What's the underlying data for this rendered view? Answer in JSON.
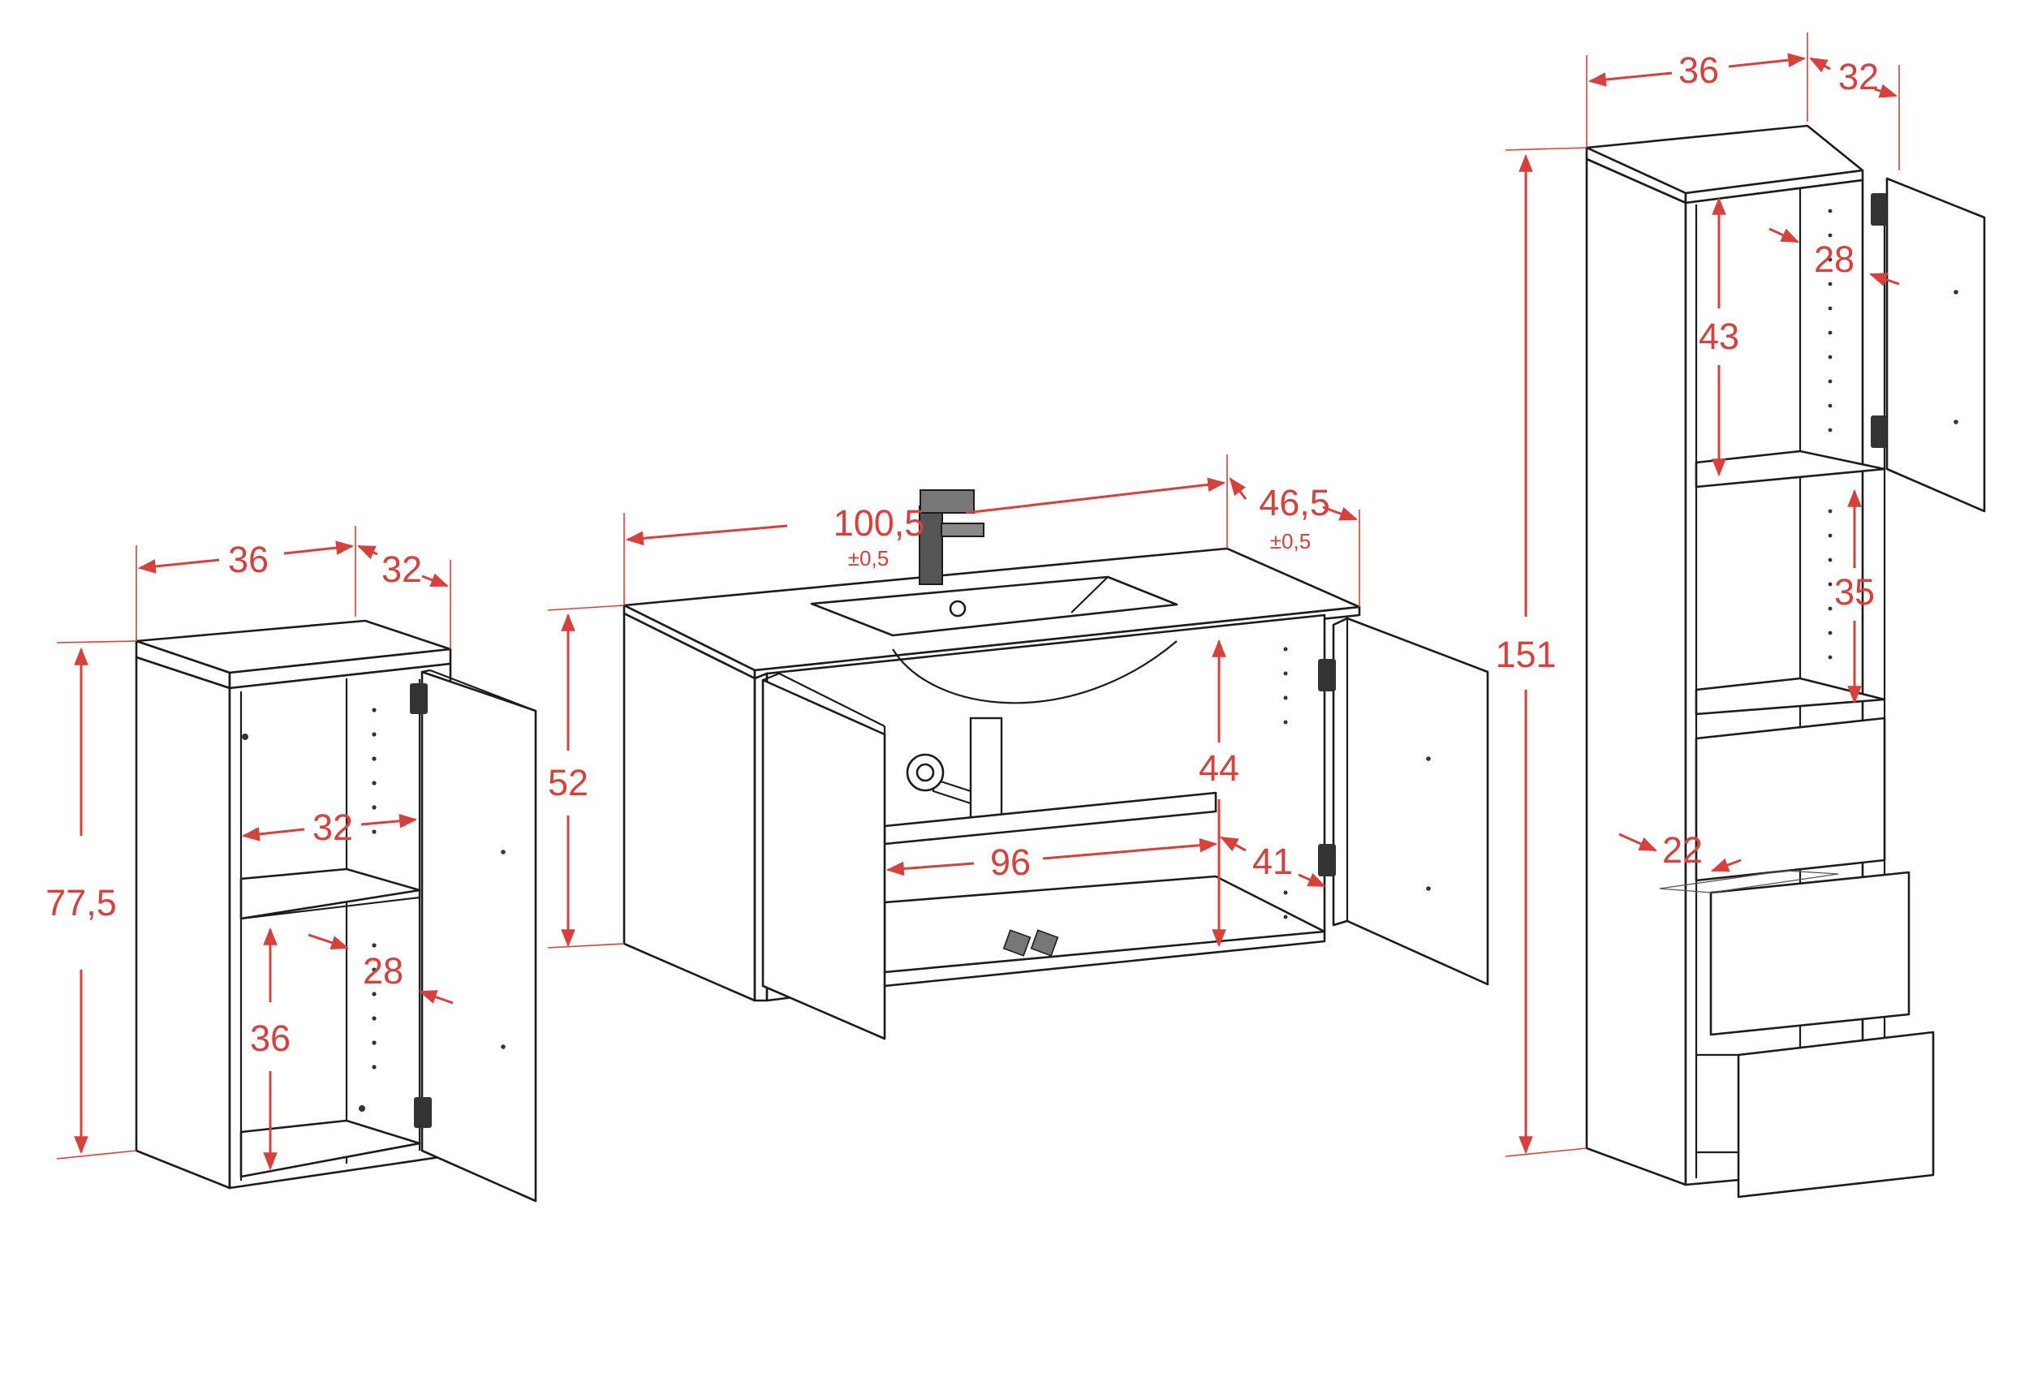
{
  "colors": {
    "dimension": "#d8403c",
    "outline": "#1c1c1c",
    "background": "#ffffff"
  },
  "small_cabinet": {
    "width": "36",
    "depth": "32",
    "height": "77,5",
    "inner_depth": "32",
    "door_depth": "28",
    "lower_height": "36"
  },
  "vanity": {
    "width": "100,5",
    "width_tolerance": "±0,5",
    "depth": "46,5",
    "depth_tolerance": "±0,5",
    "height": "52",
    "inner_height": "44",
    "inner_width": "96",
    "inner_depth": "41"
  },
  "tall_cabinet": {
    "width": "36",
    "depth": "32",
    "height": "151",
    "door_depth": "28",
    "upper_height": "43",
    "middle_height": "35",
    "drawer_depth": "22"
  }
}
